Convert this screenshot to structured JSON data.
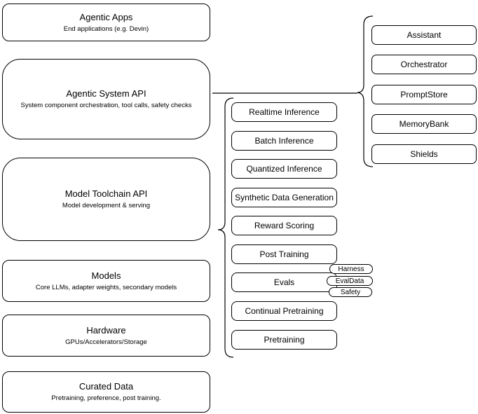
{
  "diagram": {
    "left_stack": [
      {
        "title": "Agentic Apps",
        "subtitle": "End applications (e.g. Devin)"
      },
      {
        "title": "Agentic System API",
        "subtitle": "System component orchestration, tool calls, safety checks"
      },
      {
        "title": "Model Toolchain API",
        "subtitle": "Model development & serving"
      },
      {
        "title": "Models",
        "subtitle": "Core LLMs, adapter weights, secondary models"
      },
      {
        "title": "Hardware",
        "subtitle": "GPUs/Accelerators/Storage"
      },
      {
        "title": "Curated Data",
        "subtitle": "Pretraining, preference, post training."
      }
    ],
    "toolchain_items": [
      "Realtime Inference",
      "Batch Inference",
      "Quantized Inference",
      "Synthetic Data Generation",
      "Reward Scoring",
      "Post Training",
      "Evals",
      "Continual Pretraining",
      "Pretraining"
    ],
    "eval_tags": [
      "Harness",
      "EvalData",
      "Safety"
    ],
    "system_components": [
      "Assistant",
      "Orchestrator",
      "PromptStore",
      "MemoryBank",
      "Shields"
    ],
    "colors": {
      "stroke": "#000000",
      "fill": "#ffffff",
      "background": "#ffffff"
    }
  }
}
